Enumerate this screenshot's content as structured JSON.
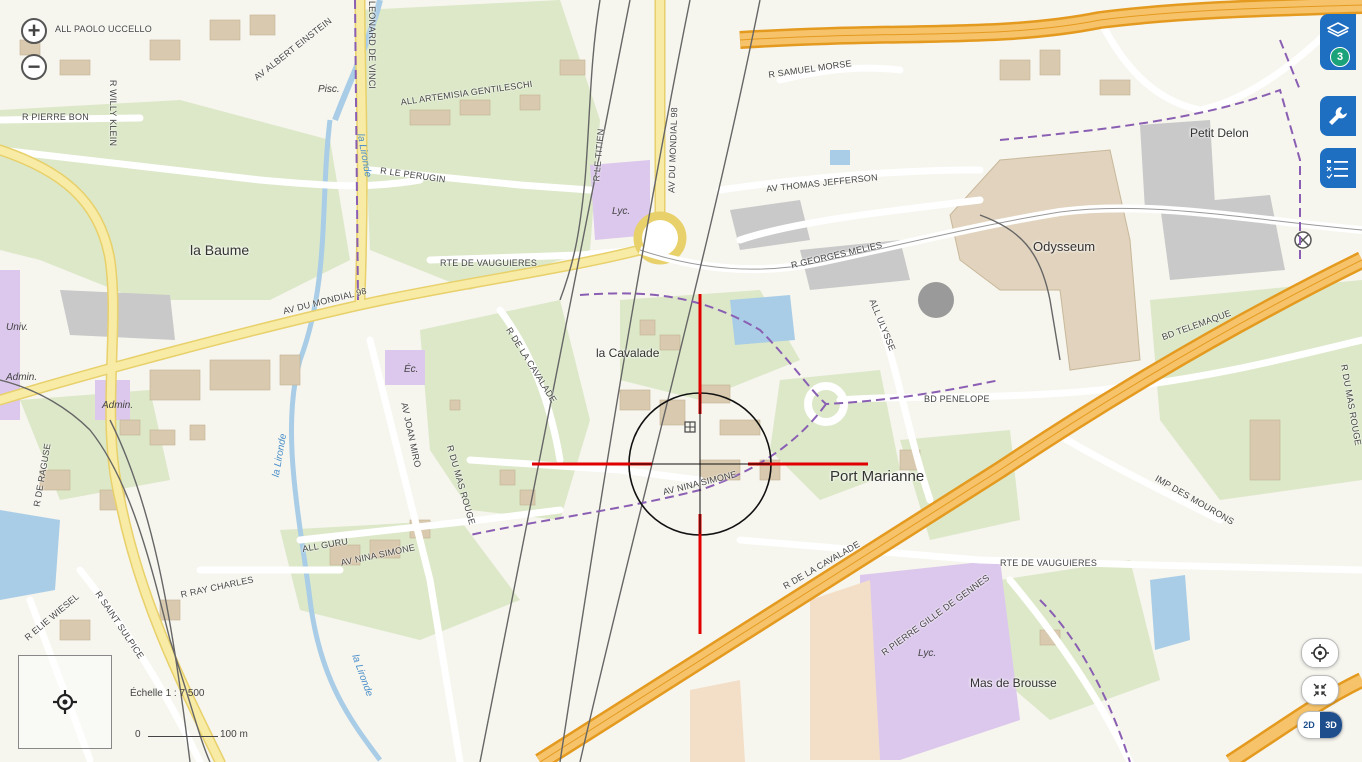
{
  "places": {
    "la_baume": "la Baume",
    "la_cavalade": "la Cavalade",
    "port_marianne": "Port Marianne",
    "odysseum": "Odysseum",
    "petit_delon": "Petit Delon",
    "mas_de_brousse": "Mas de Brousse"
  },
  "streets": {
    "paolo_uccello": "ALL PAOLO UCCELLO",
    "albert_einstein": "AV ALBERT EINSTEIN",
    "leonard_de_vinci": "LEONARD DE VINCI",
    "artemisia": "ALL ARTEMISIA GENTILESCHI",
    "pierre_bon": "R PIERRE BON",
    "willy_klein": "R WILLY KLEIN",
    "samuel_morse": "R SAMUEL MORSE",
    "le_perugin": "R LE PERUGIN",
    "le_titien": "R LE TITIEN",
    "mondial98_n": "AV DU MONDIAL 98",
    "thomas_jefferson": "AV THOMAS JEFFERSON",
    "georges_melies": "R GEORGES MELIES",
    "rte_vauguieres_w": "RTE DE VAUGUIERES",
    "mondial98_w": "AV DU MONDIAL 98",
    "de_la_cavalade_n": "R DE LA CAVALADE",
    "allee_ulysse": "ALL ULYSSE",
    "bd_telemaque": "BD TELEMAQUE",
    "bd_penelope": "BD PENELOPE",
    "joan_miro": "AV JOAN MIRO",
    "mas_rouge": "R DU MAS ROUGE",
    "nina_simone_c": "AV NINA SIMONE",
    "nina_simone_w": "AV NINA SIMONE",
    "all_guru": "ALL GURU",
    "ray_charles": "R RAY CHARLES",
    "elie_wiesel": "R ELIE WIESEL",
    "saint_sulpice": "R SAINT SULPICE",
    "de_raguse": "R DE RAGUSE",
    "de_la_cavalade_s": "R DE LA CAVALADE",
    "imp_mourons": "IMP DES MOURONS",
    "rte_vauguieres_e": "RTE DE VAUGUIERES",
    "pierre_gilles": "R PIERRE GILLE DE GENNES",
    "mas_rouge_e": "R DU MAS ROUGE",
    "la_lironde": "la Lironde",
    "la_lironde_2": "la Lironde",
    "la_lironde_3": "la Lironde"
  },
  "pois": {
    "pisc": "Pisc.",
    "lyc_n": "Lyc.",
    "ec": "Éc.",
    "admin_1": "Admin.",
    "admin_2": "Admin.",
    "univ": "Univ.",
    "lyc_s": "Lyc."
  },
  "controls": {
    "zoom_in": "+",
    "zoom_out": "−",
    "layers_count": "3",
    "mode_2d": "2D",
    "mode_3d": "3D"
  },
  "scale": {
    "label": "Échelle 1 : 7 500",
    "start": "0",
    "end": "100 m"
  },
  "colors": {
    "motorway": "#f0a32a",
    "primary_road": "#f4df7a",
    "rail": "#666666",
    "boundary": "#8a5fb3",
    "water": "#a9cde6",
    "green": "#dce8c8",
    "building": "#d9c9ae",
    "crosshair": "#e00000",
    "accent": "#1e6fc2"
  }
}
